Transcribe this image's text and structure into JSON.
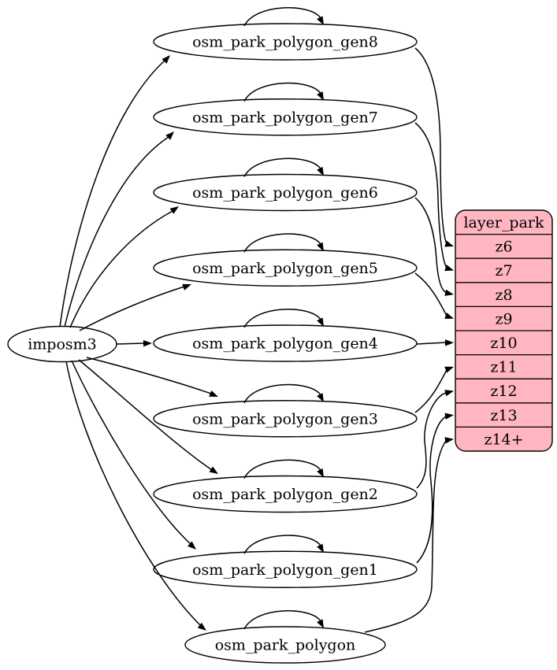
{
  "diagram": {
    "type": "graphviz-digraph",
    "background": "#ffffff",
    "colors": {
      "node_fill": "#ffffff",
      "table_fill": "#ffb6c1",
      "stroke": "#000000",
      "text": "#000000"
    },
    "source_node": {
      "id": "imposm3",
      "label": "imposm3"
    },
    "process_nodes": [
      {
        "id": "osm_park_polygon_gen8",
        "label": "osm_park_polygon_gen8"
      },
      {
        "id": "osm_park_polygon_gen7",
        "label": "osm_park_polygon_gen7"
      },
      {
        "id": "osm_park_polygon_gen6",
        "label": "osm_park_polygon_gen6"
      },
      {
        "id": "osm_park_polygon_gen5",
        "label": "osm_park_polygon_gen5"
      },
      {
        "id": "osm_park_polygon_gen4",
        "label": "osm_park_polygon_gen4"
      },
      {
        "id": "osm_park_polygon_gen3",
        "label": "osm_park_polygon_gen3"
      },
      {
        "id": "osm_park_polygon_gen2",
        "label": "osm_park_polygon_gen2"
      },
      {
        "id": "osm_park_polygon_gen1",
        "label": "osm_park_polygon_gen1"
      },
      {
        "id": "osm_park_polygon",
        "label": "osm_park_polygon"
      }
    ],
    "layer_table": {
      "id": "layer_park",
      "title": "layer_park",
      "rows": [
        "z6",
        "z7",
        "z8",
        "z9",
        "z10",
        "z11",
        "z12",
        "z13",
        "z14+"
      ]
    },
    "edges": {
      "from_source": [
        "osm_park_polygon_gen8",
        "osm_park_polygon_gen7",
        "osm_park_polygon_gen6",
        "osm_park_polygon_gen5",
        "osm_park_polygon_gen4",
        "osm_park_polygon_gen3",
        "osm_park_polygon_gen2",
        "osm_park_polygon_gen1",
        "osm_park_polygon"
      ],
      "self_loops": [
        "osm_park_polygon_gen8",
        "osm_park_polygon_gen7",
        "osm_park_polygon_gen6",
        "osm_park_polygon_gen5",
        "osm_park_polygon_gen4",
        "osm_park_polygon_gen3",
        "osm_park_polygon_gen2",
        "osm_park_polygon_gen1",
        "osm_park_polygon"
      ],
      "to_rows": [
        {
          "from": "osm_park_polygon_gen8",
          "to_row": "z6"
        },
        {
          "from": "osm_park_polygon_gen7",
          "to_row": "z7"
        },
        {
          "from": "osm_park_polygon_gen6",
          "to_row": "z8"
        },
        {
          "from": "osm_park_polygon_gen5",
          "to_row": "z9"
        },
        {
          "from": "osm_park_polygon_gen4",
          "to_row": "z10"
        },
        {
          "from": "osm_park_polygon_gen3",
          "to_row": "z11"
        },
        {
          "from": "osm_park_polygon_gen2",
          "to_row": "z12"
        },
        {
          "from": "osm_park_polygon_gen1",
          "to_row": "z13"
        },
        {
          "from": "osm_park_polygon",
          "to_row": "z14+"
        }
      ]
    }
  }
}
